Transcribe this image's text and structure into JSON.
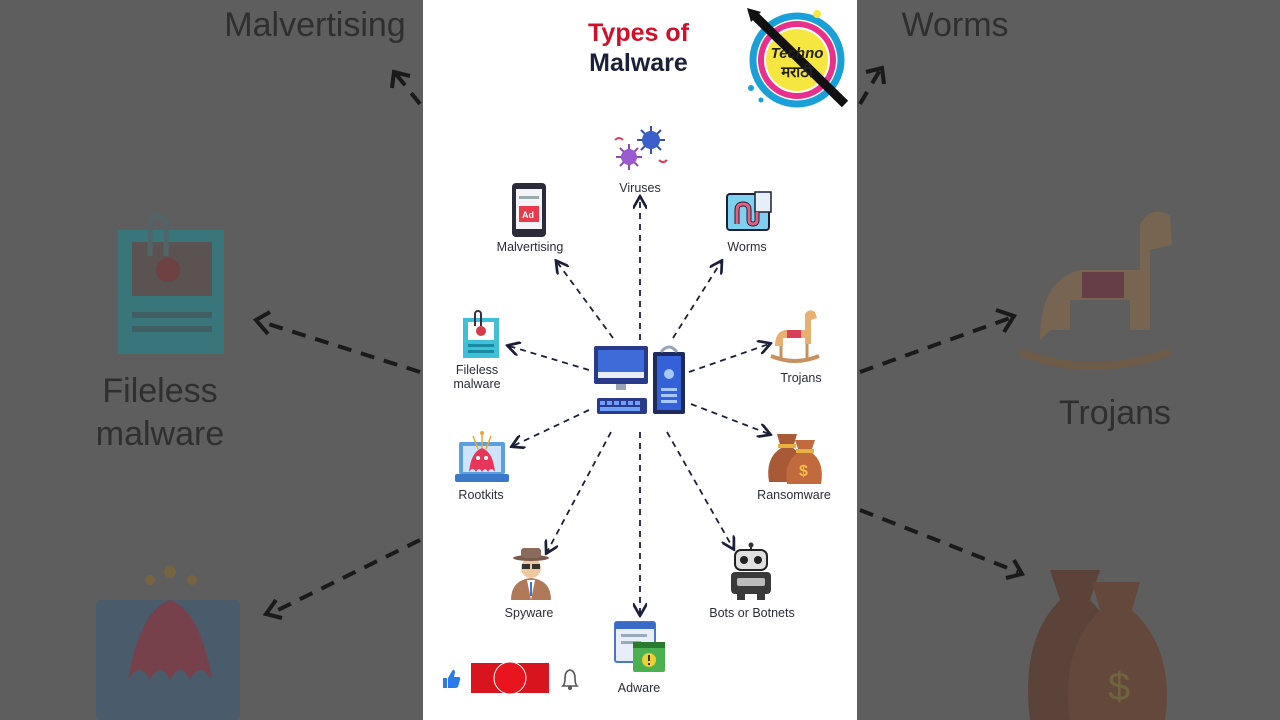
{
  "title": {
    "line1": "Types of",
    "line2": "Malware"
  },
  "logo": {
    "line1": "Techno",
    "line2": "मराठी"
  },
  "nodes": {
    "viruses": "Viruses",
    "malvertising": "Malvertising",
    "worms": "Worms",
    "fileless": "Fileless",
    "fileless2": "malware",
    "trojans": "Trojans",
    "rootkits": "Rootkits",
    "ransomware": "Ransomware",
    "spyware": "Spyware",
    "bots": "Bots or Botnets",
    "adware": "Adware"
  },
  "background": {
    "malvertising": "Malvertising",
    "worms": "Worms",
    "fileless": "Fileless",
    "fileless2": "malware",
    "trojans": "Trojans"
  },
  "colors": {
    "title_red": "#d0102a",
    "title_dark": "#1b2038",
    "arrow": "#1b2038"
  },
  "icons": {
    "like": "thumbs-up-icon",
    "subscribe": "subscribe-button-icon",
    "bell": "bell-icon"
  }
}
